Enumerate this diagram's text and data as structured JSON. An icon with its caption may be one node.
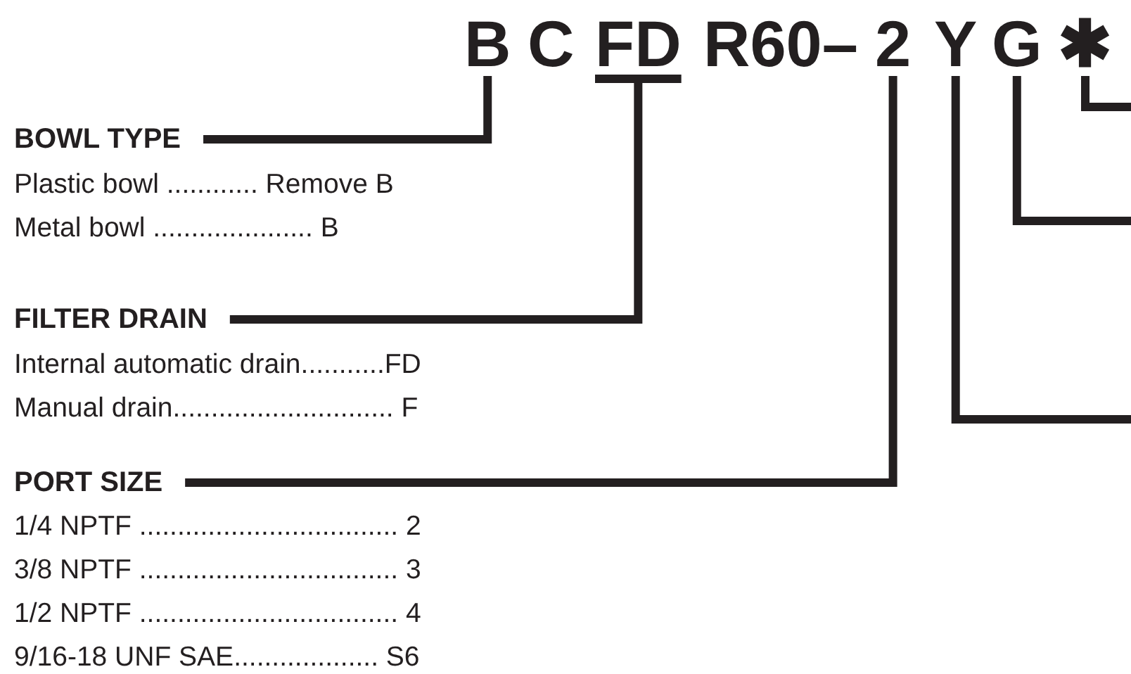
{
  "diagram": {
    "nodes": [
      {
        "text": [
          "B"
        ]
      },
      {
        "text": [
          "C"
        ]
      },
      {
        "text": [
          "FD"
        ]
      },
      {
        "text": [
          "R60–"
        ]
      },
      {
        "text": [
          "2"
        ]
      },
      {
        "text": [
          "Y"
        ]
      },
      {
        "text": [
          "G"
        ]
      },
      {
        "text": [
          "✱"
        ]
      },
      {
        "text": [
          "BOWL TYPE"
        ]
      },
      {
        "text": [
          "FILTER DRAIN"
        ]
      },
      {
        "text": [
          "PORT SIZE"
        ]
      }
    ],
    "edges": [
      {
        "from": 8,
        "to": 0,
        "arrow": "none"
      },
      {
        "from": 9,
        "to": 2,
        "arrow": "none"
      },
      {
        "from": 10,
        "to": 4,
        "arrow": "none"
      },
      {
        "from": 5,
        "to": null,
        "arrow": "none"
      },
      {
        "from": 6,
        "to": null,
        "arrow": "none"
      },
      {
        "from": 7,
        "to": null,
        "arrow": "none"
      }
    ],
    "labels": [
      "Plastic bowl ............ Remove B",
      "Metal bowl ..................... B",
      "Internal automatic drain...........FD",
      "Manual drain............................. F",
      "1/4 NPTF .................................. 2",
      "3/8 NPTF .................................. 3",
      "1/2 NPTF .................................. 4",
      "9/16-18 UNF SAE................... S6"
    ]
  }
}
